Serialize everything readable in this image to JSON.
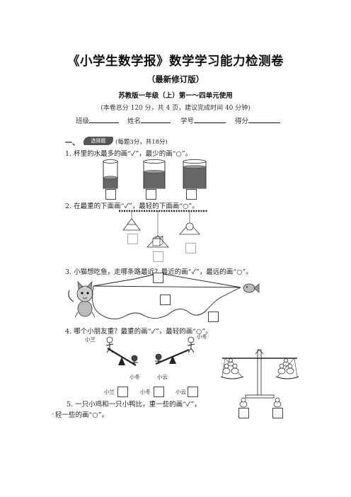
{
  "header": {
    "title": "《小学生数学报》数学学习能力检测卷",
    "subtitle": "（最新修订版）",
    "edition": "苏教版一年级（上）第一～四单元使用",
    "note": "(本卷总分 120 分，共 4 页，建议完成时间 40 分钟)",
    "fields": {
      "class_label": "班级",
      "name_label": "姓名",
      "number_label": "学号",
      "score_label": "得分"
    }
  },
  "section1": {
    "numeral": "一、",
    "badge": "选择题",
    "scoring": "(每题3分，共18分)"
  },
  "questions": {
    "q1": "1. 杯里的水最多的画“✓”，最少的画“○”。",
    "q2": "2. 在最重的下面画“✓”，最轻的下面画“○”。",
    "q3": "3. 小猫想吃鱼，走哪条路最近？最近的画“✓”，最远的画“○”。",
    "q4": "4. 哪个小朋友重？最重的画“✓”，最轻的画“○”。",
    "q5_line1": "5. 一只小鸡和一只小鸭比，重一些的画“✓”，",
    "q5_line2": "轻一些的画“○”。"
  },
  "q1_cups": {
    "fill_levels": [
      0.4,
      0.62,
      0.8
    ]
  },
  "q4_figures": {
    "xiaolan_top": "小兰",
    "xiaodong_top": "小冬",
    "xiaodong_mid": "小冬",
    "xiaoyun_mid": "小云",
    "ans_xiaolan": "小兰",
    "ans_xiaodong": "小冬",
    "ans_xiaoyun": "小云"
  },
  "corner_mark": "\""
}
